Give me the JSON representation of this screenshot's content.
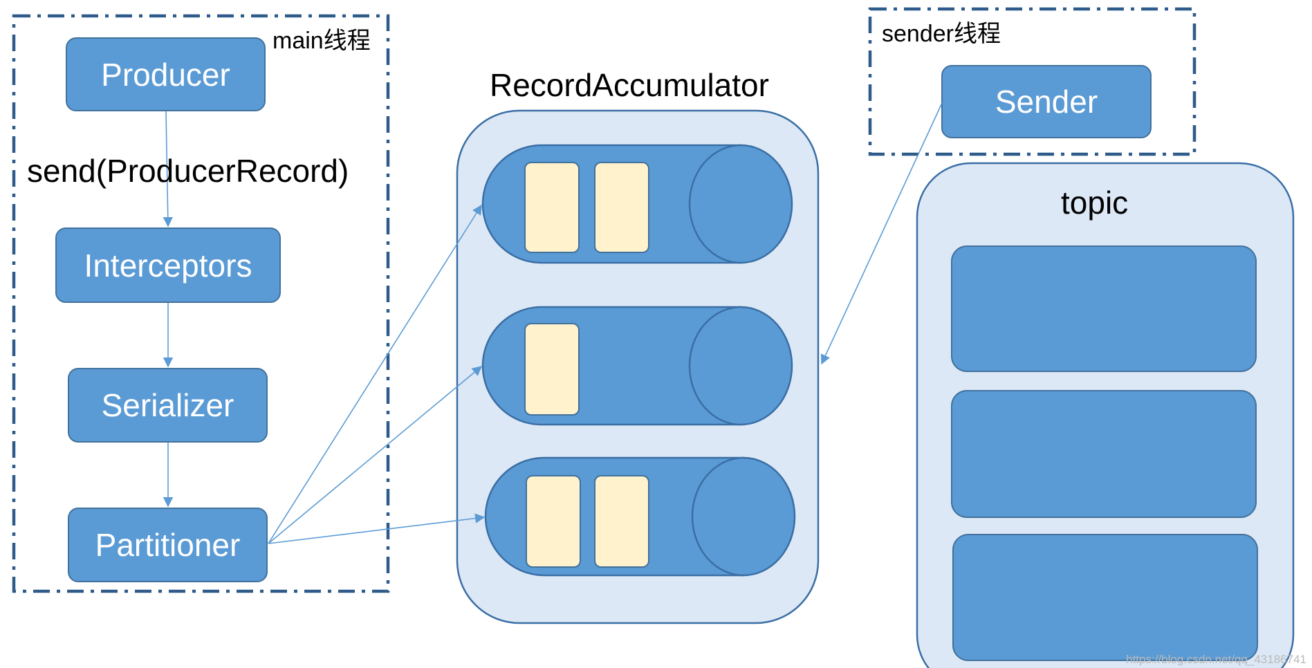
{
  "main_thread": {
    "label": "main线程",
    "producer": "Producer",
    "send_call": "send(ProducerRecord)",
    "interceptors": "Interceptors",
    "serializer": "Serializer",
    "partitioner": "Partitioner"
  },
  "accumulator": {
    "title": "RecordAccumulator",
    "queues": [
      {
        "records": 2
      },
      {
        "records": 1
      },
      {
        "records": 2
      }
    ]
  },
  "sender_thread": {
    "label": "sender线程",
    "sender": "Sender"
  },
  "topic": {
    "title": "topic",
    "partitions": 3
  },
  "watermark": "https://blog.csdn.net/qq_43186741",
  "colors": {
    "box_fill": "#5b9bd5",
    "box_stroke": "#41719c",
    "container_fill": "#dce8f5",
    "container_stroke": "#3a6ea5",
    "record_fill": "#fff2cc",
    "arrow": "#5b9bd5",
    "dash_border": "#2f5b8a"
  }
}
